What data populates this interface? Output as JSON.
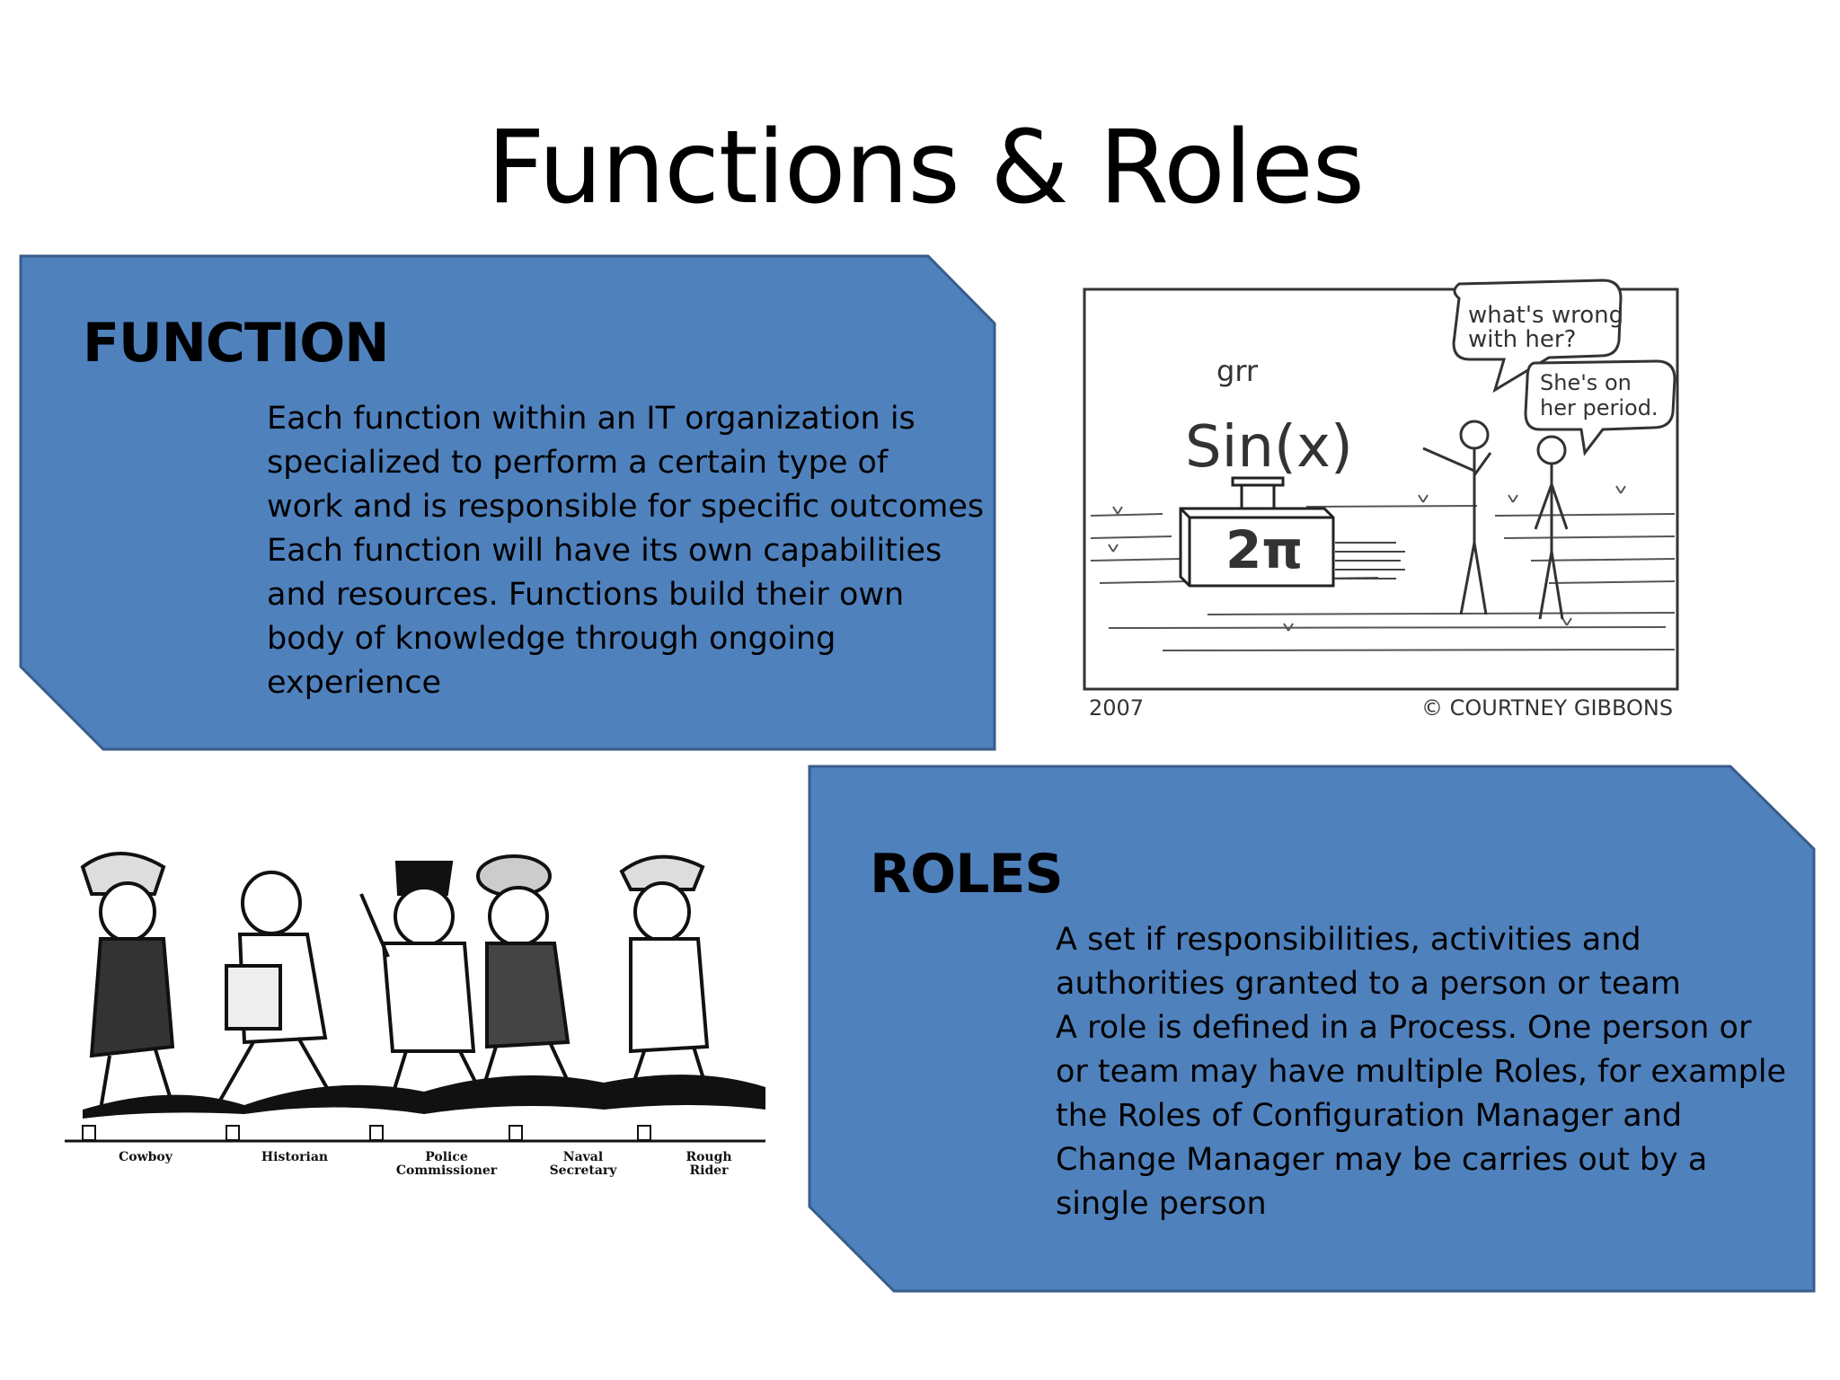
{
  "slide": {
    "title": "Functions & Roles"
  },
  "function_panel": {
    "heading": "FUNCTION",
    "lines": [
      "Each function within an IT organization is",
      "specialized to perform a certain type of",
      "work and is responsible for specific outcomes",
      "Each function will have its own capabilities",
      "and resources. Functions build their own",
      "body of knowledge through ongoing",
      "experience"
    ]
  },
  "roles_panel": {
    "heading": "ROLES",
    "lines": [
      "A set if responsibilities,  activities and",
      "authorities granted to a person or team",
      "A role is defined in a Process. One person or",
      "or team may have multiple Roles, for example",
      "the Roles of Configuration Manager and",
      "Change Manager may be carries out by a",
      "single person"
    ]
  },
  "math_comic": {
    "speech_1": [
      "what's wrong",
      "with her?"
    ],
    "speech_2": [
      "She's on",
      "her period."
    ],
    "grr": "grr",
    "sinx": "Sin(x)",
    "box": "2π",
    "year": "2007",
    "credit": "© COURTNEY GIBBONS"
  },
  "roosevelt_cartoon": {
    "captions": [
      [
        "Cowboy"
      ],
      [
        "Historian"
      ],
      [
        "Police",
        "Commissioner"
      ],
      [
        "Naval",
        "Secretary"
      ],
      [
        "Rough",
        "Rider"
      ]
    ]
  },
  "colors": {
    "panel_fill": "#4f81bd",
    "panel_stroke": "#385d8a",
    "text": "#000000"
  }
}
